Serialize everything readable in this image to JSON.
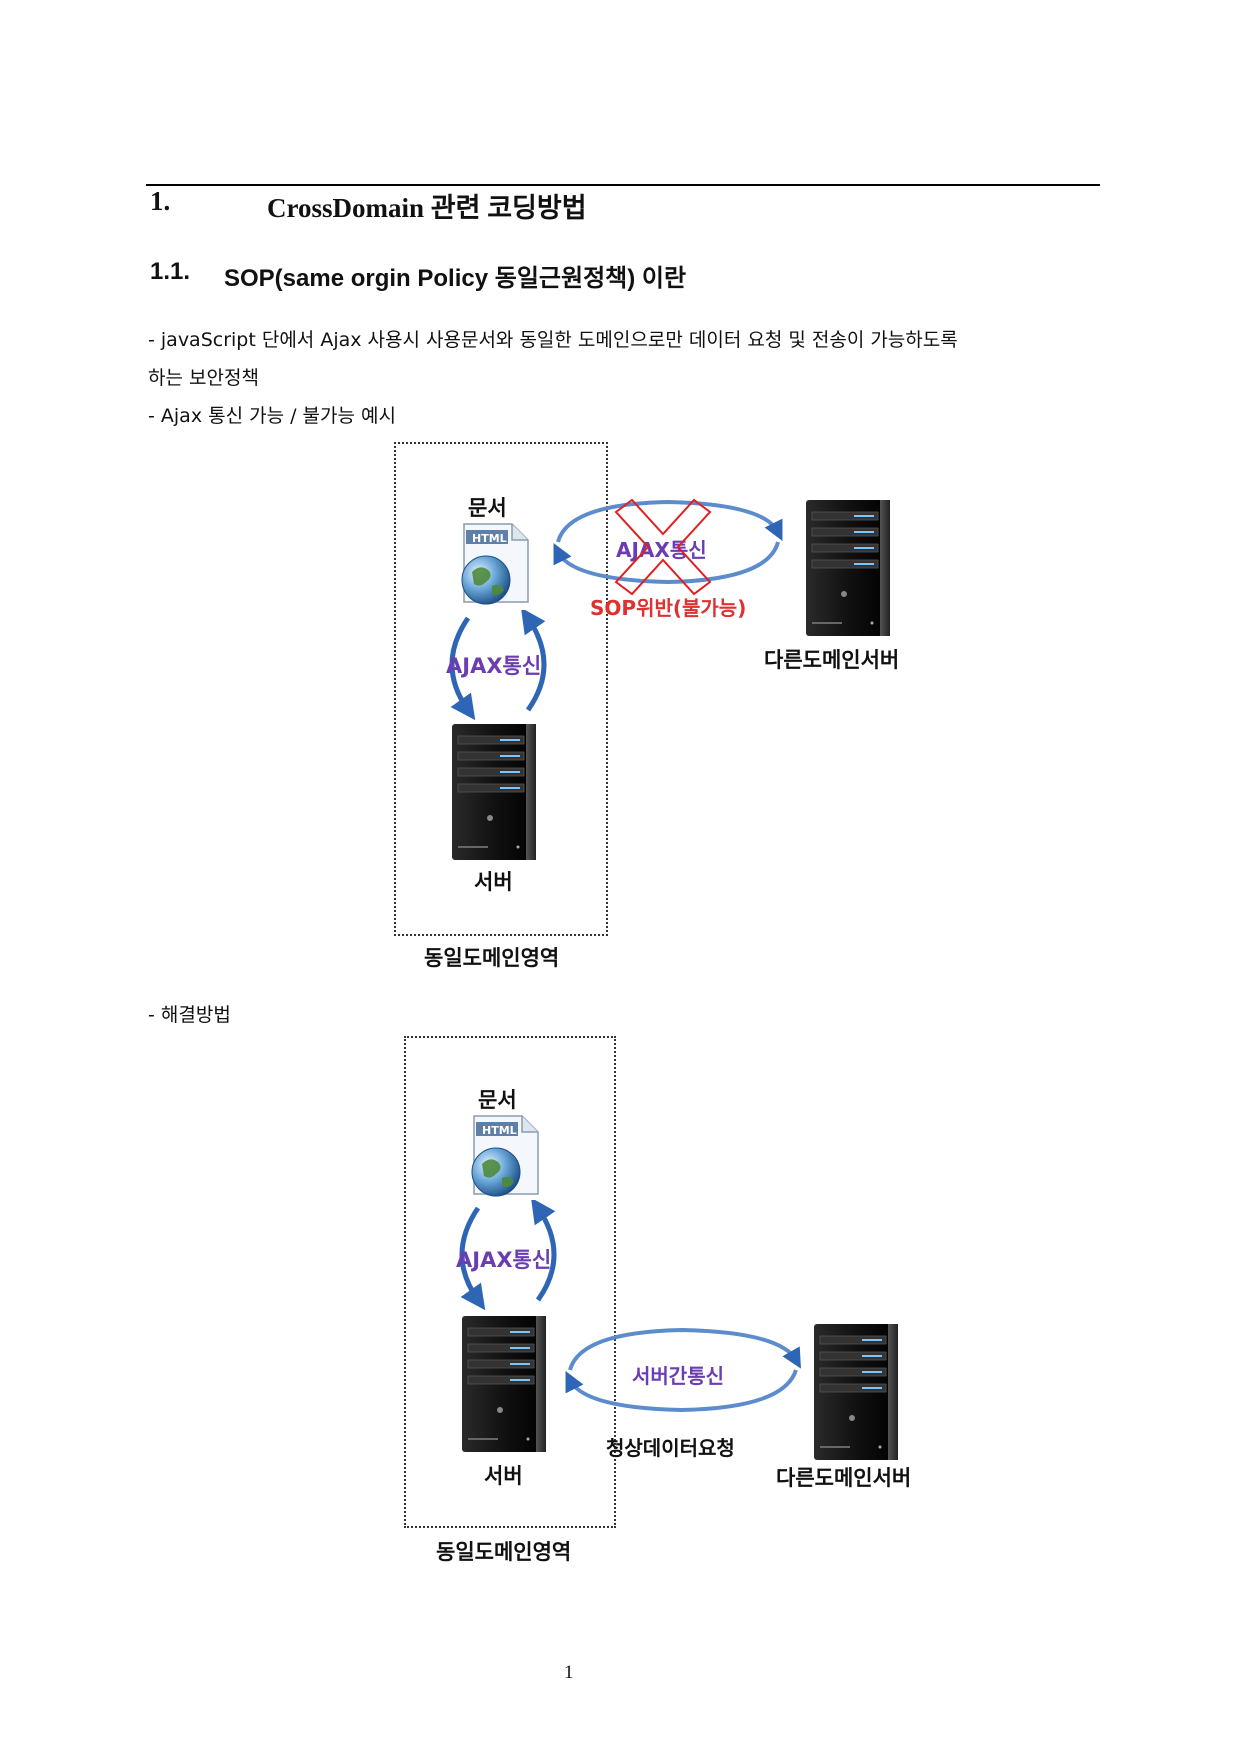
{
  "heading1": {
    "number": "1.",
    "title": "CrossDomain 관련 코딩방법"
  },
  "heading2": {
    "number": "1.1.",
    "title": "SOP(same orgin Policy 동일근원정책) 이란"
  },
  "paragraphs": {
    "p1_line1": "- javaScript 단에서 Ajax 사용시 사용문서와 동일한 도메인으로만 데이터 요청 및 전송이 가능하도록",
    "p1_line2": "하는 보안정책",
    "p2": "- Ajax 통신 가능 / 불가능 예시",
    "p3": "- 해결방법"
  },
  "diagram1": {
    "doc_label": "문서",
    "html_badge": "HTML",
    "ajax_cross_label": "AJAX통신",
    "sop_violation_label": "SOP위반(불가능)",
    "ajax_local_label": "AJAX통신",
    "server_label": "서버",
    "other_server_label": "다른도메인서버",
    "area_label": "동일도메인영역"
  },
  "diagram2": {
    "doc_label": "문서",
    "html_badge": "HTML",
    "ajax_local_label": "AJAX통신",
    "server_to_server_label": "서버간통신",
    "request_label": "청상데이터요청",
    "server_label": "서버",
    "other_server_label": "다른도메인서버",
    "area_label": "동일도메인영역"
  },
  "page_number": "1"
}
